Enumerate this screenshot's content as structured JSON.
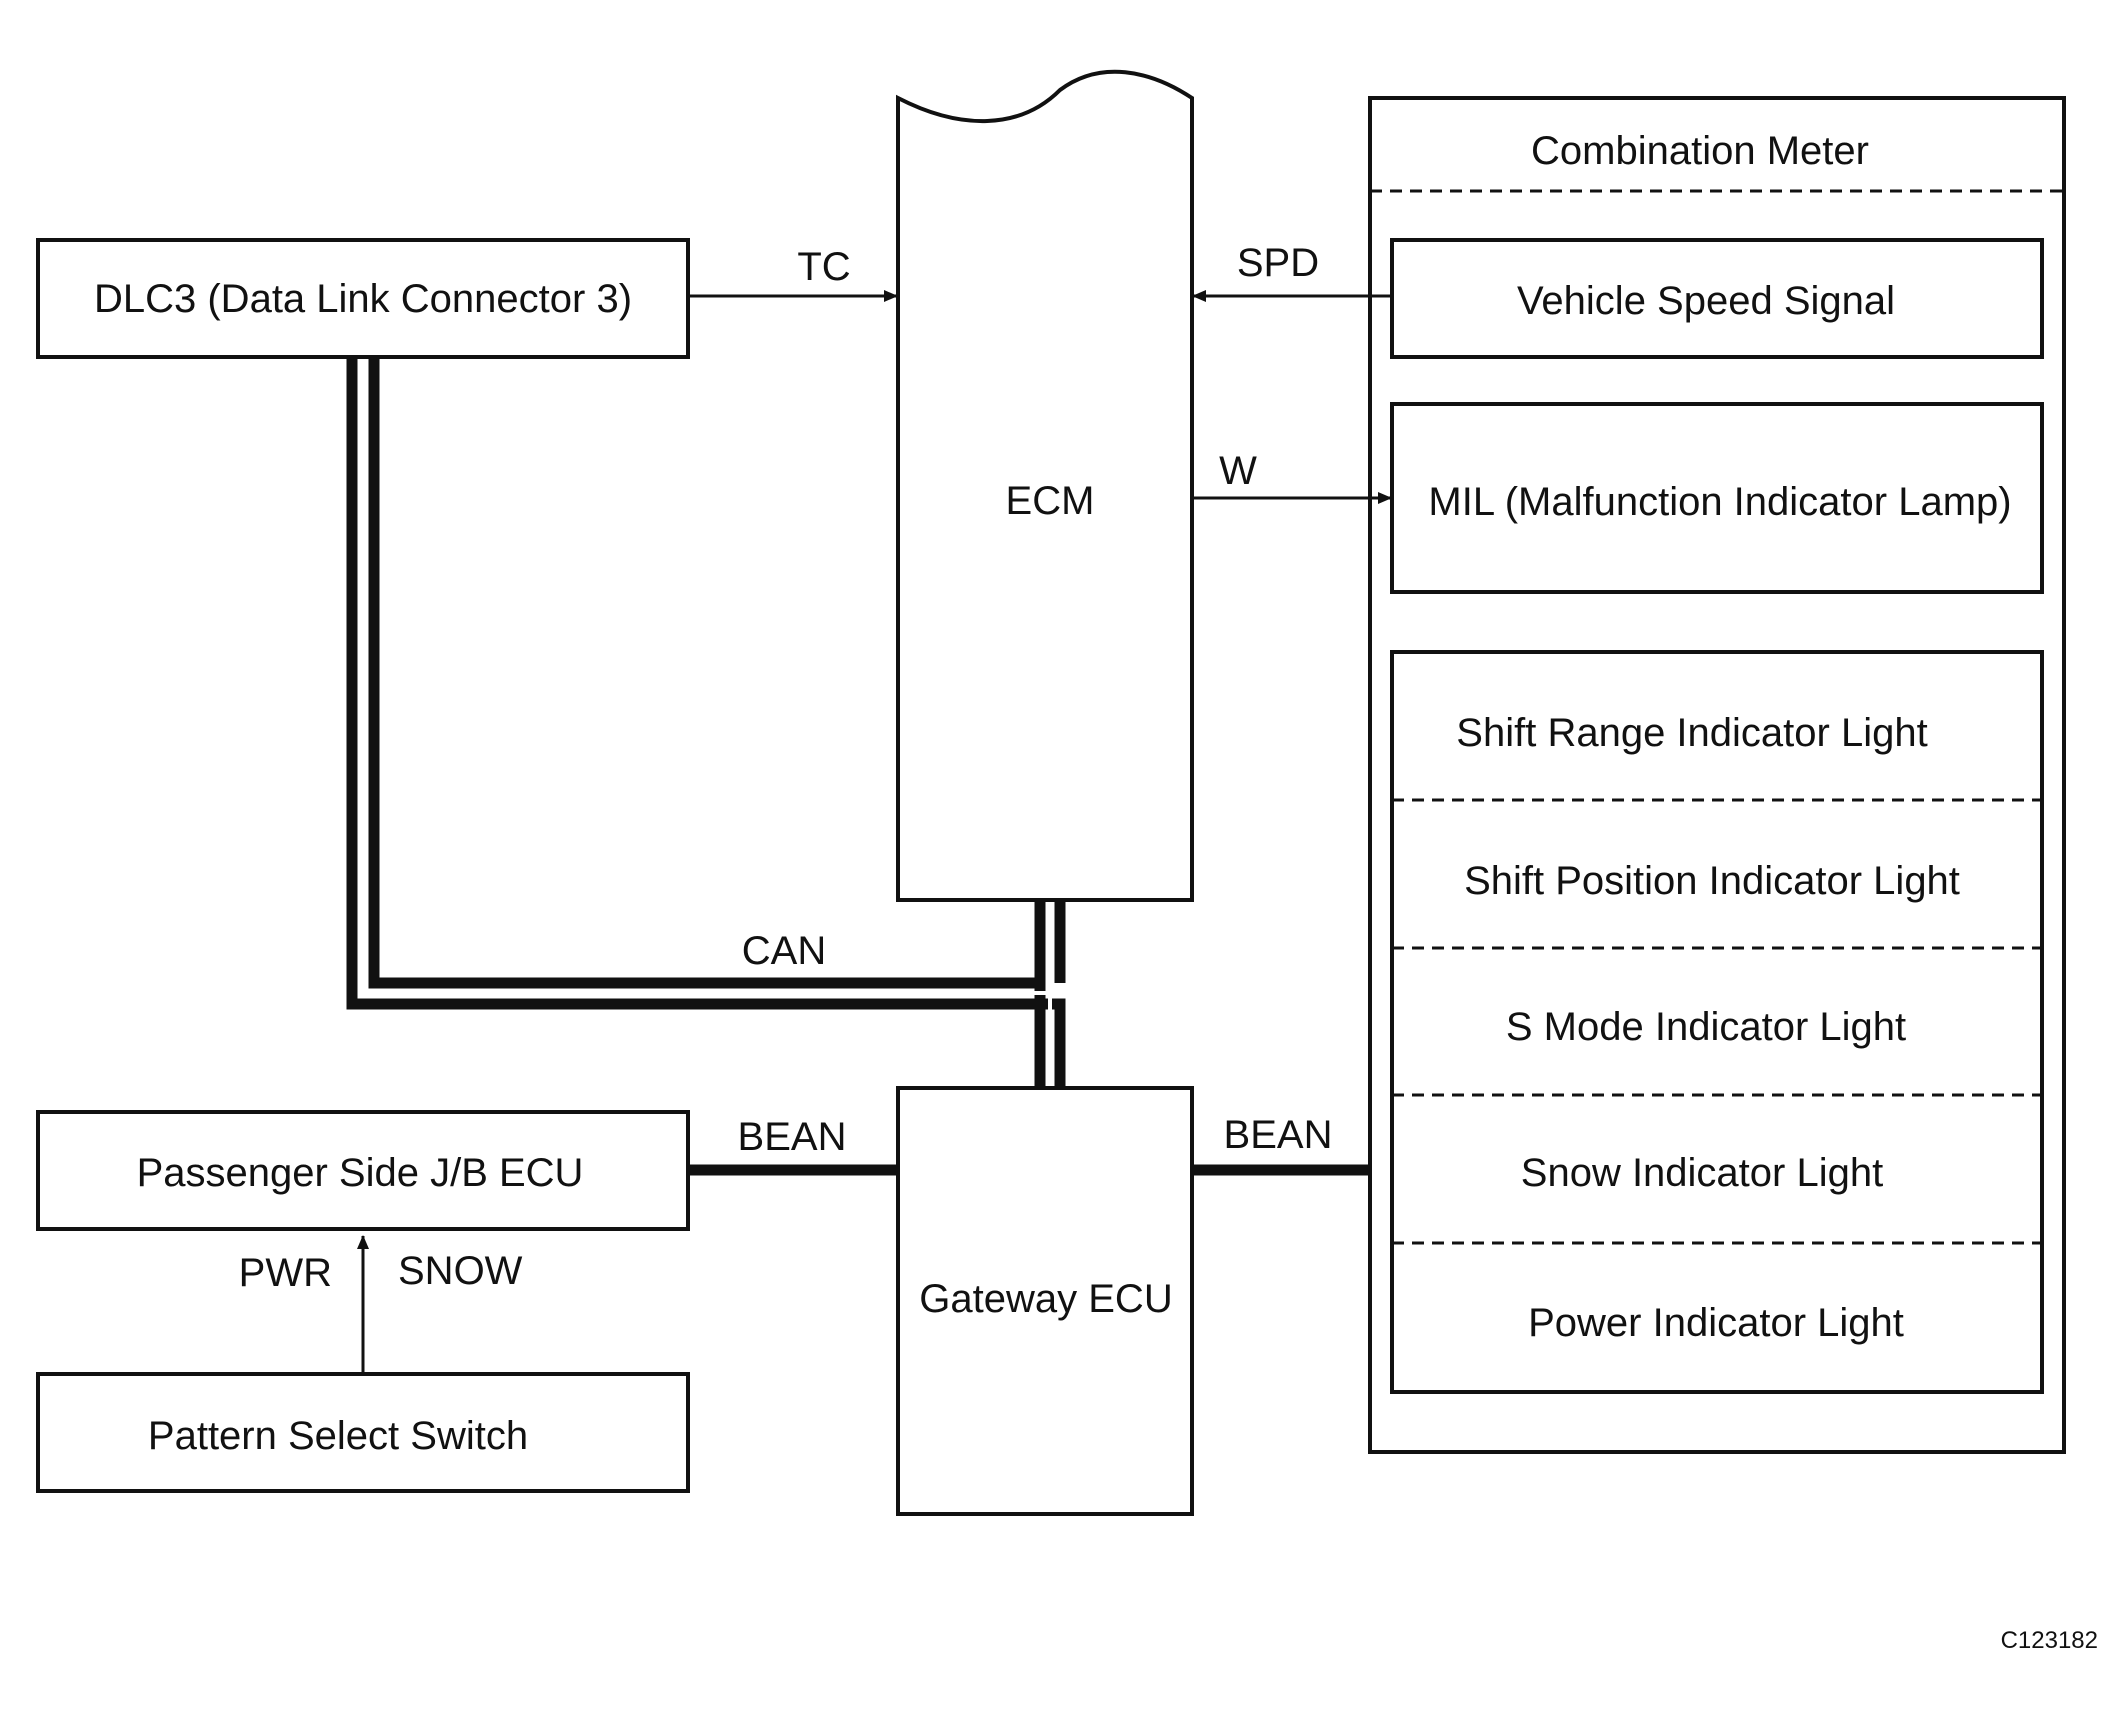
{
  "components": {
    "dlc3": "DLC3 (Data Link Connector 3)",
    "ecm": "ECM",
    "gateway": "Gateway ECU",
    "passenger_jb": "Passenger Side J/B ECU",
    "pattern_switch": "Pattern Select Switch",
    "combination_meter": "Combination Meter",
    "vehicle_speed": "Vehicle Speed Signal",
    "mil": "MIL (Malfunction Indicator Lamp)",
    "indicators": [
      "Shift Range Indicator Light",
      "Shift Position Indicator Light",
      "S Mode Indicator Light",
      "Snow Indicator Light",
      "Power Indicator Light"
    ]
  },
  "signals": {
    "tc": "TC",
    "spd": "SPD",
    "w": "W",
    "can": "CAN",
    "bean_left": "BEAN",
    "bean_right": "BEAN",
    "pwr": "PWR",
    "snow": "SNOW"
  },
  "figure_code": "C123182"
}
